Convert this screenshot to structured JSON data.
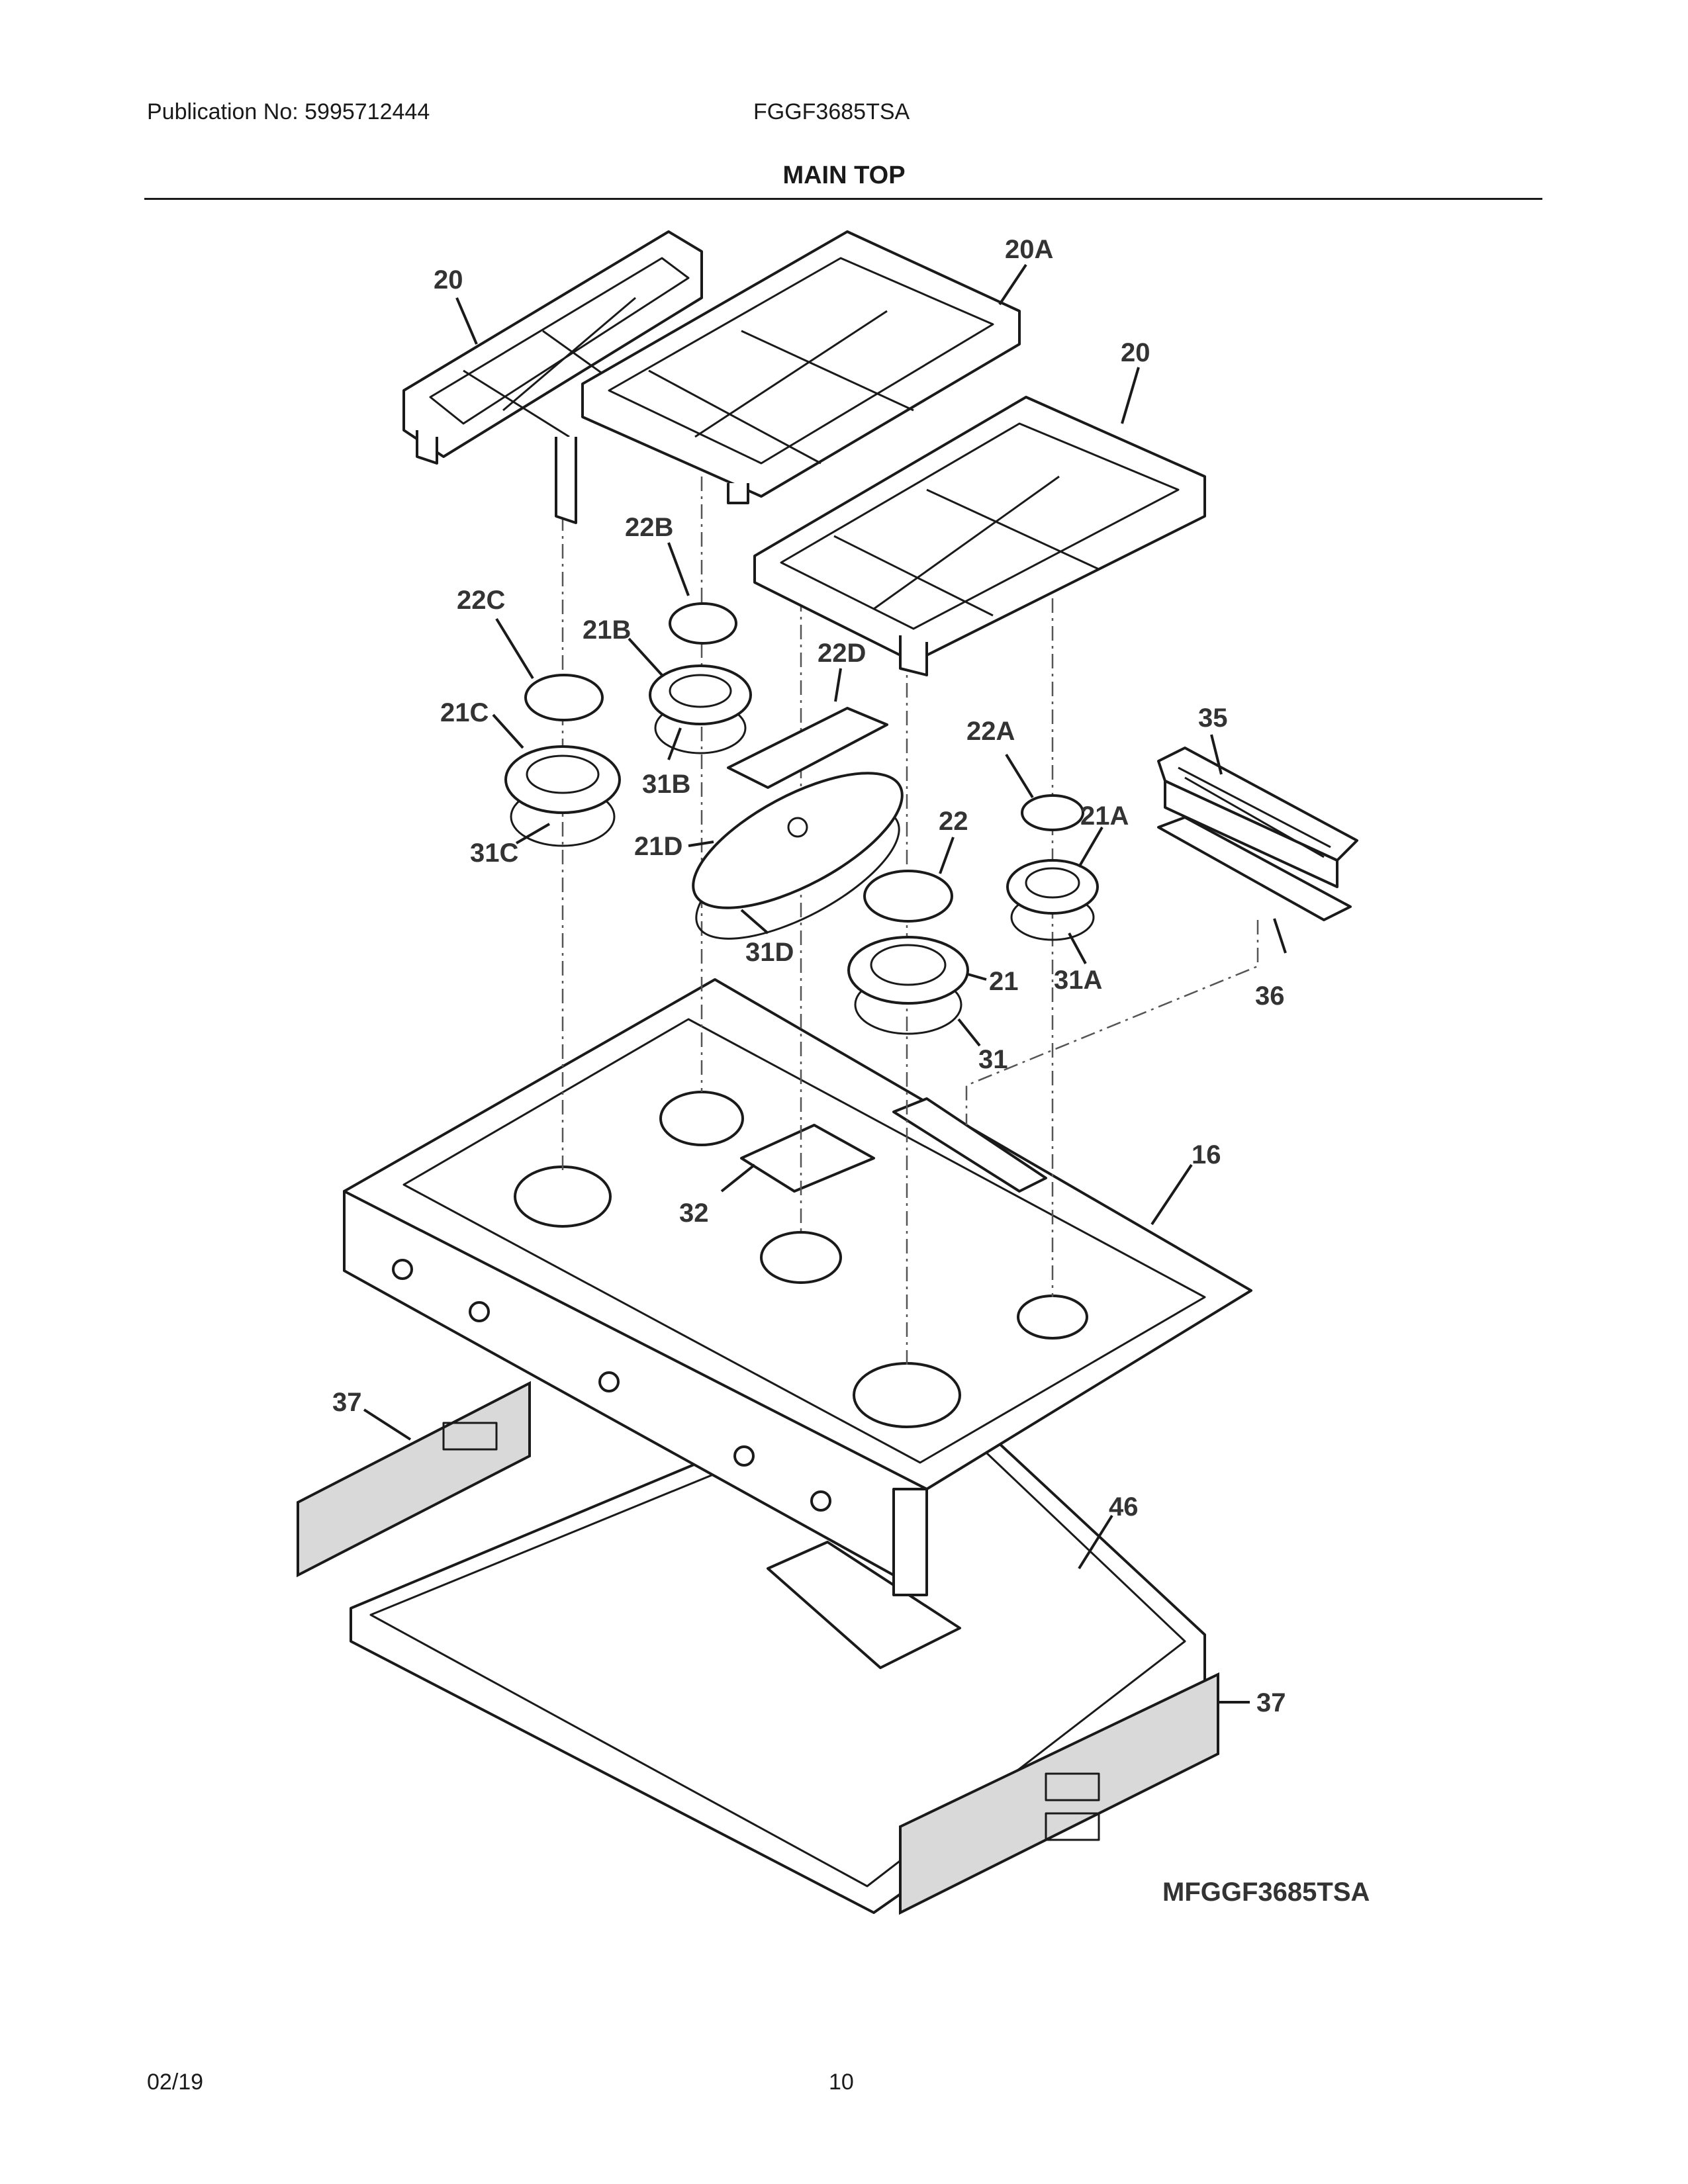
{
  "header": {
    "publication": "Publication No: 5995712444",
    "model": "FGGF3685TSA",
    "section_title": "MAIN TOP"
  },
  "callouts": {
    "c20_left": "20",
    "c20a": "20A",
    "c20_right": "20",
    "c22b": "22B",
    "c22c": "22C",
    "c21b": "21B",
    "c22d": "22D",
    "c21c": "21C",
    "c35": "35",
    "c22a": "22A",
    "c31b": "31B",
    "c22": "22",
    "c21a": "21A",
    "c31c": "31C",
    "c21d": "21D",
    "c31d": "31D",
    "c21": "21",
    "c31a": "31A",
    "c36": "36",
    "c31": "31",
    "c16": "16",
    "c32": "32",
    "c37_left": "37",
    "c46": "46",
    "c37_right": "37"
  },
  "diagram_code": "MFGGF3685TSA",
  "footer": {
    "date": "02/19",
    "page": "10"
  }
}
